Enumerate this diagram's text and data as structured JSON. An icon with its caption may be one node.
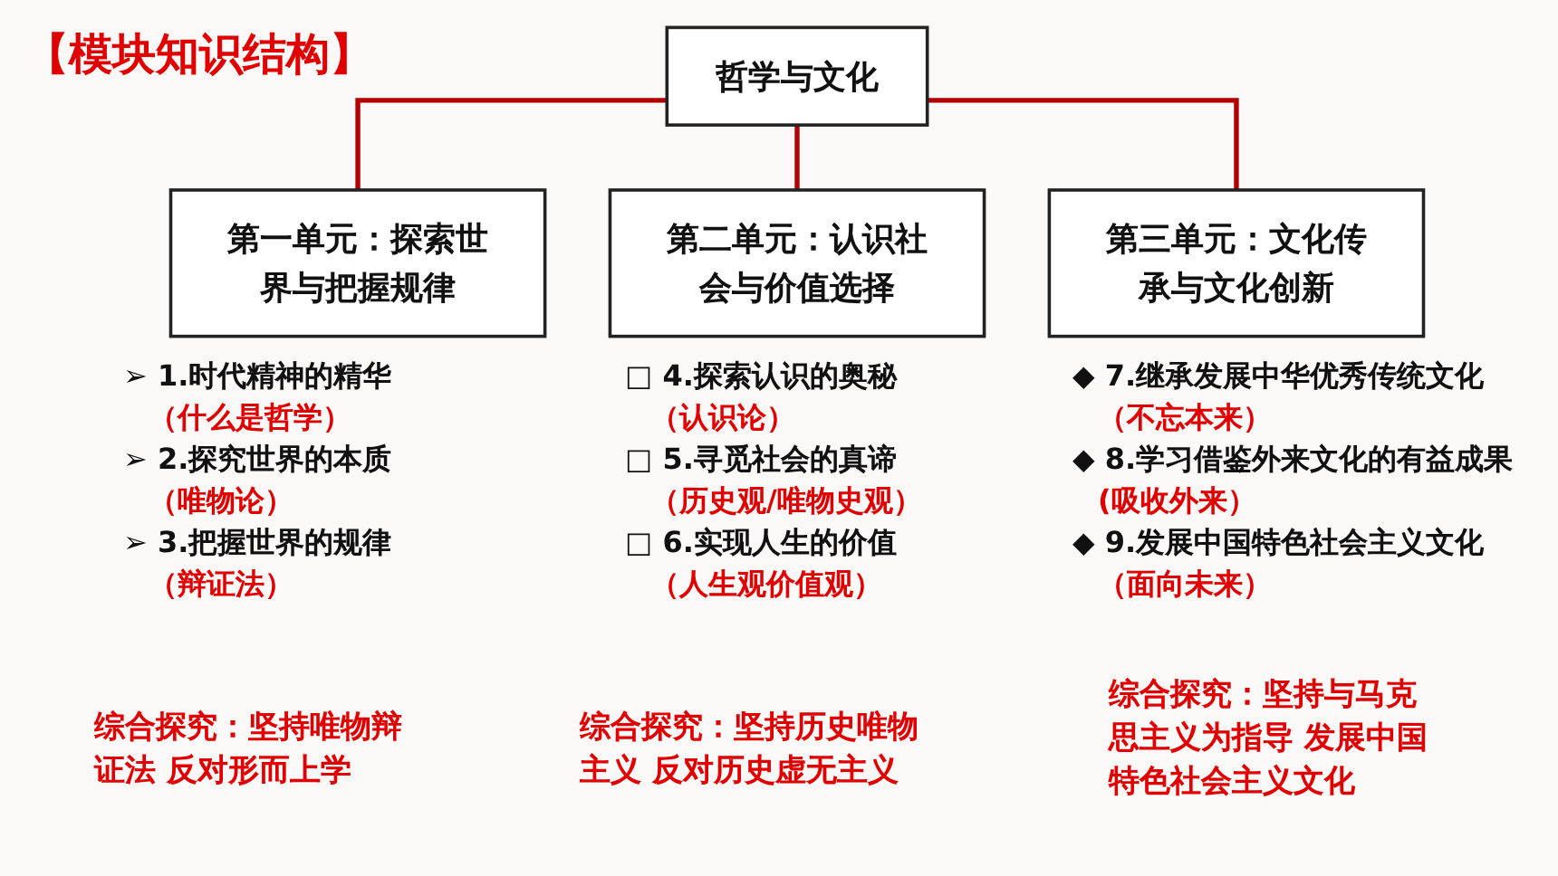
{
  "diagram": {
    "title": "【模块知识结构】",
    "nodes": [
      {
        "text": [
          "哲学与文化"
        ]
      },
      {
        "text": [
          "第一单元：探索世界与把握规律"
        ]
      },
      {
        "text": [
          "第二单元：认识社会与价值选择"
        ]
      },
      {
        "text": [
          "第三单元：文化传承与文化创新"
        ]
      }
    ],
    "edges": [
      {
        "from": 0,
        "to": 1,
        "arrow": "none"
      },
      {
        "from": 0,
        "to": 2,
        "arrow": "none"
      },
      {
        "from": 0,
        "to": 3,
        "arrow": "none"
      }
    ],
    "labels": [
      "➢ 1.时代精神的精华",
      "（什么是哲学）",
      "➢ 2.探究世界的本质",
      "（唯物论）",
      "➢ 3.把握世界的规律",
      "（辩证法）",
      "□ 4.探索认识的奥秘",
      "（认识论）",
      "□ 5.寻觅社会的真谛",
      "（历史观/唯物史观）",
      "□ 6.实现人生的价值",
      "（人生观价值观）",
      "◆ 7.继承发展中华优秀传统文化",
      "（不忘本来）",
      "◆ 8.学习借鉴外来文化的有益成果",
      "(吸收外来）",
      "◆ 9.发展中国特色社会主义文化",
      "（面向未来）",
      "综合探究：坚持唯物辩证法 反对形而上学",
      "综合探究：坚持历史唯物主义 反对历史虚无主义",
      "综合探究：坚持与马克思主义为指导 发展中国特色社会主义文化"
    ]
  }
}
